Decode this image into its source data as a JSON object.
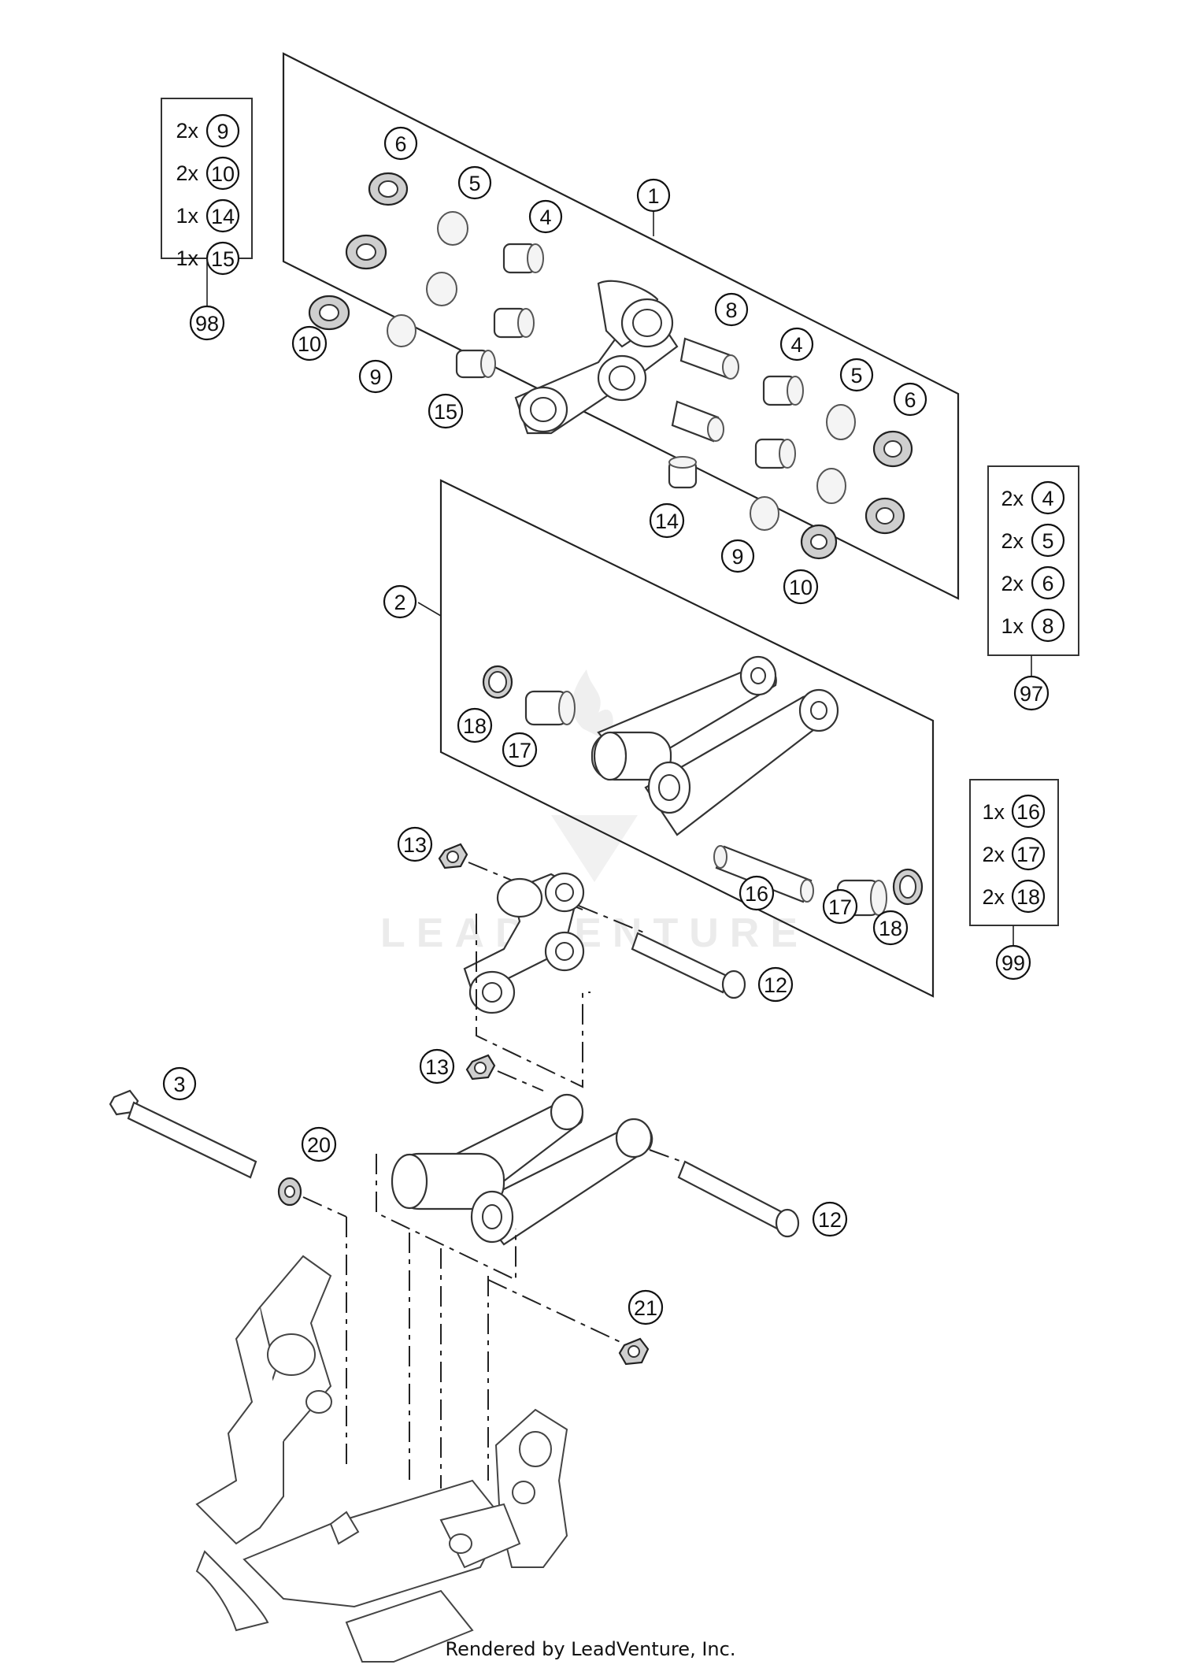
{
  "callouts": {
    "c1": "1",
    "c2": "2",
    "c3": "3",
    "c4a": "4",
    "c4b": "4",
    "c5a": "5",
    "c5b": "5",
    "c6a": "6",
    "c6b": "6",
    "c8": "8",
    "c9a": "9",
    "c9b": "9",
    "c10a": "10",
    "c10b": "10",
    "c12a": "12",
    "c12b": "12",
    "c13a": "13",
    "c13b": "13",
    "c14": "14",
    "c15": "15",
    "c16": "16",
    "c17a": "17",
    "c17b": "17",
    "c18a": "18",
    "c18b": "18",
    "c20": "20",
    "c21": "21"
  },
  "kits": {
    "k98": {
      "ref": "98",
      "rows": [
        {
          "qty": "2x",
          "part": "9"
        },
        {
          "qty": "2x",
          "part": "10"
        },
        {
          "qty": "1x",
          "part": "14"
        },
        {
          "qty": "1x",
          "part": "15"
        }
      ]
    },
    "k97": {
      "ref": "97",
      "rows": [
        {
          "qty": "2x",
          "part": "4"
        },
        {
          "qty": "2x",
          "part": "5"
        },
        {
          "qty": "2x",
          "part": "6"
        },
        {
          "qty": "1x",
          "part": "8"
        }
      ]
    },
    "k99": {
      "ref": "99",
      "rows": [
        {
          "qty": "1x",
          "part": "16"
        },
        {
          "qty": "2x",
          "part": "17"
        },
        {
          "qty": "2x",
          "part": "18"
        }
      ]
    }
  },
  "watermark": "LEADVENTURE",
  "footer": "Rendered by LeadVenture, Inc."
}
